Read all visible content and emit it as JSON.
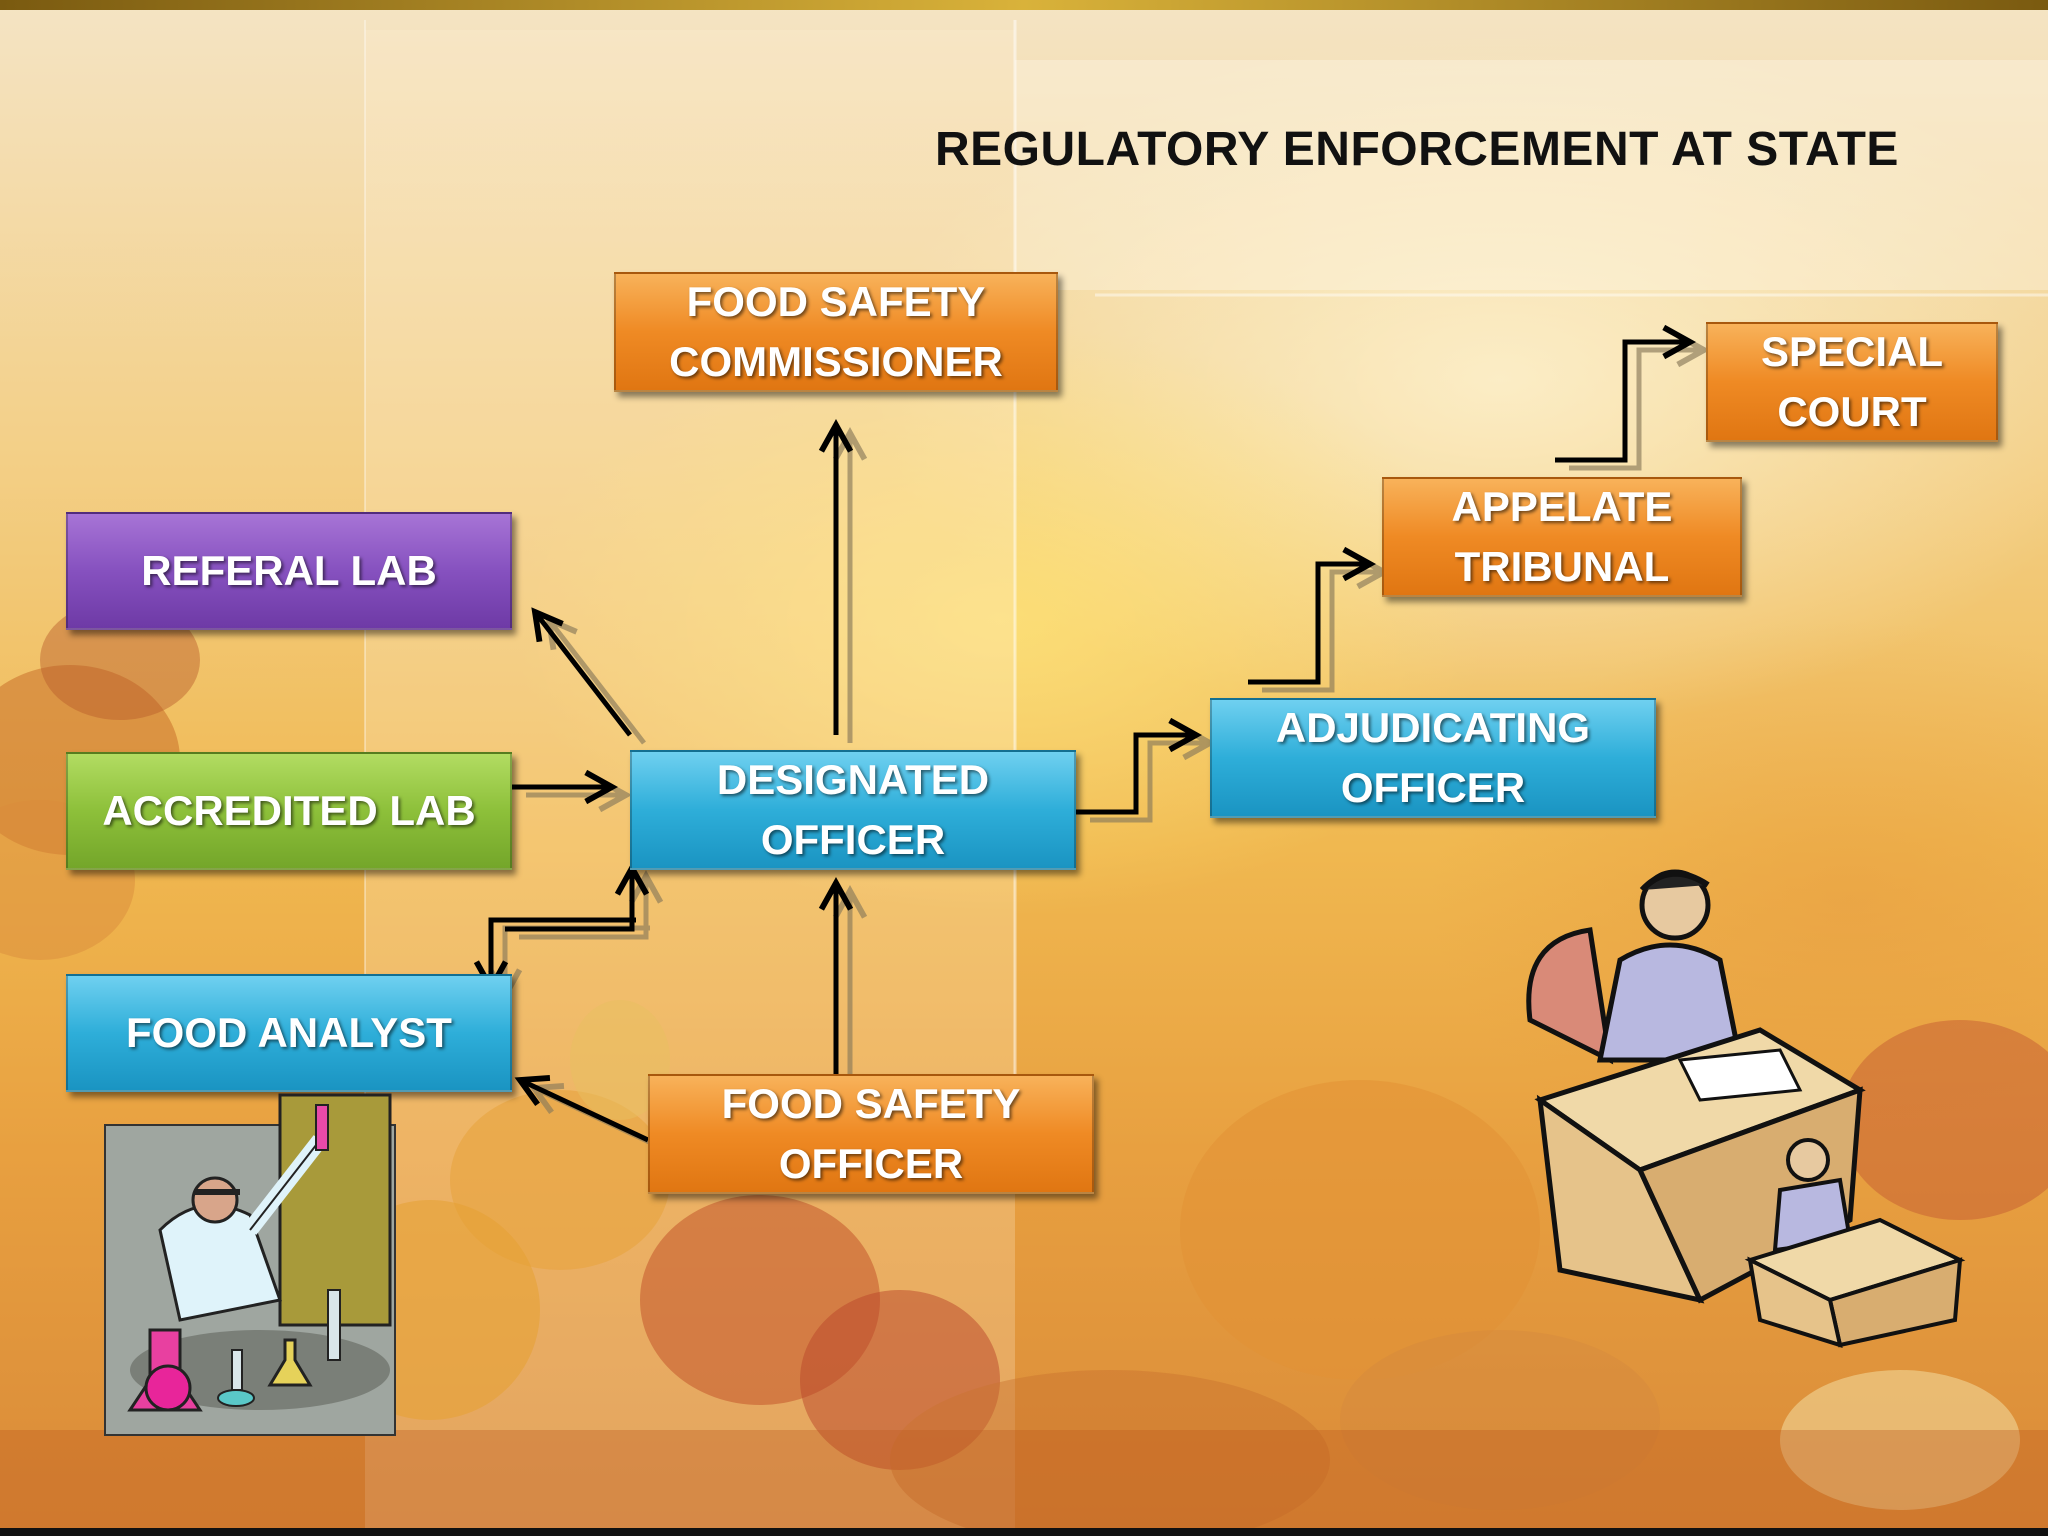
{
  "title": "REGULATORY ENFORCEMENT AT STATE",
  "nodes": {
    "food_safety_commissioner": [
      "FOOD SAFETY",
      "COMMISSIONER"
    ],
    "special_court": [
      "SPECIAL",
      "COURT"
    ],
    "appelate_tribunal": [
      "APPELATE",
      "TRIBUNAL"
    ],
    "referal_lab": [
      "REFERAL LAB"
    ],
    "accredited_lab": [
      "ACCREDITED LAB"
    ],
    "designated_officer": [
      "DESIGNATED",
      "OFFICER"
    ],
    "adjudicating_officer": [
      "ADJUDICATING",
      "OFFICER"
    ],
    "food_analyst": [
      "FOOD ANALYST"
    ],
    "food_safety_officer": [
      "FOOD SAFETY",
      "OFFICER"
    ]
  },
  "edges": [
    {
      "from": "designated_officer",
      "to": "food_safety_commissioner"
    },
    {
      "from": "designated_officer",
      "to": "referal_lab"
    },
    {
      "from": "accredited_lab",
      "to": "designated_officer"
    },
    {
      "from": "designated_officer",
      "to": "adjudicating_officer"
    },
    {
      "from": "adjudicating_officer",
      "to": "appelate_tribunal"
    },
    {
      "from": "appelate_tribunal",
      "to": "special_court"
    },
    {
      "from": "food_analyst",
      "to": "designated_officer"
    },
    {
      "from": "designated_officer",
      "to": "food_analyst"
    },
    {
      "from": "food_safety_officer",
      "to": "designated_officer"
    },
    {
      "from": "food_safety_officer",
      "to": "food_analyst"
    }
  ],
  "colors": {
    "orange_box": "#ef8a24",
    "blue_box": "#2eaed9",
    "purple_box": "#8651bf",
    "green_box": "#8dc03a",
    "text": "#ffffff",
    "arrow": "#000000"
  },
  "illustrations": [
    "lab-scientist-clipart",
    "officials-at-desks-clipart",
    "autumn-harvest-background"
  ]
}
